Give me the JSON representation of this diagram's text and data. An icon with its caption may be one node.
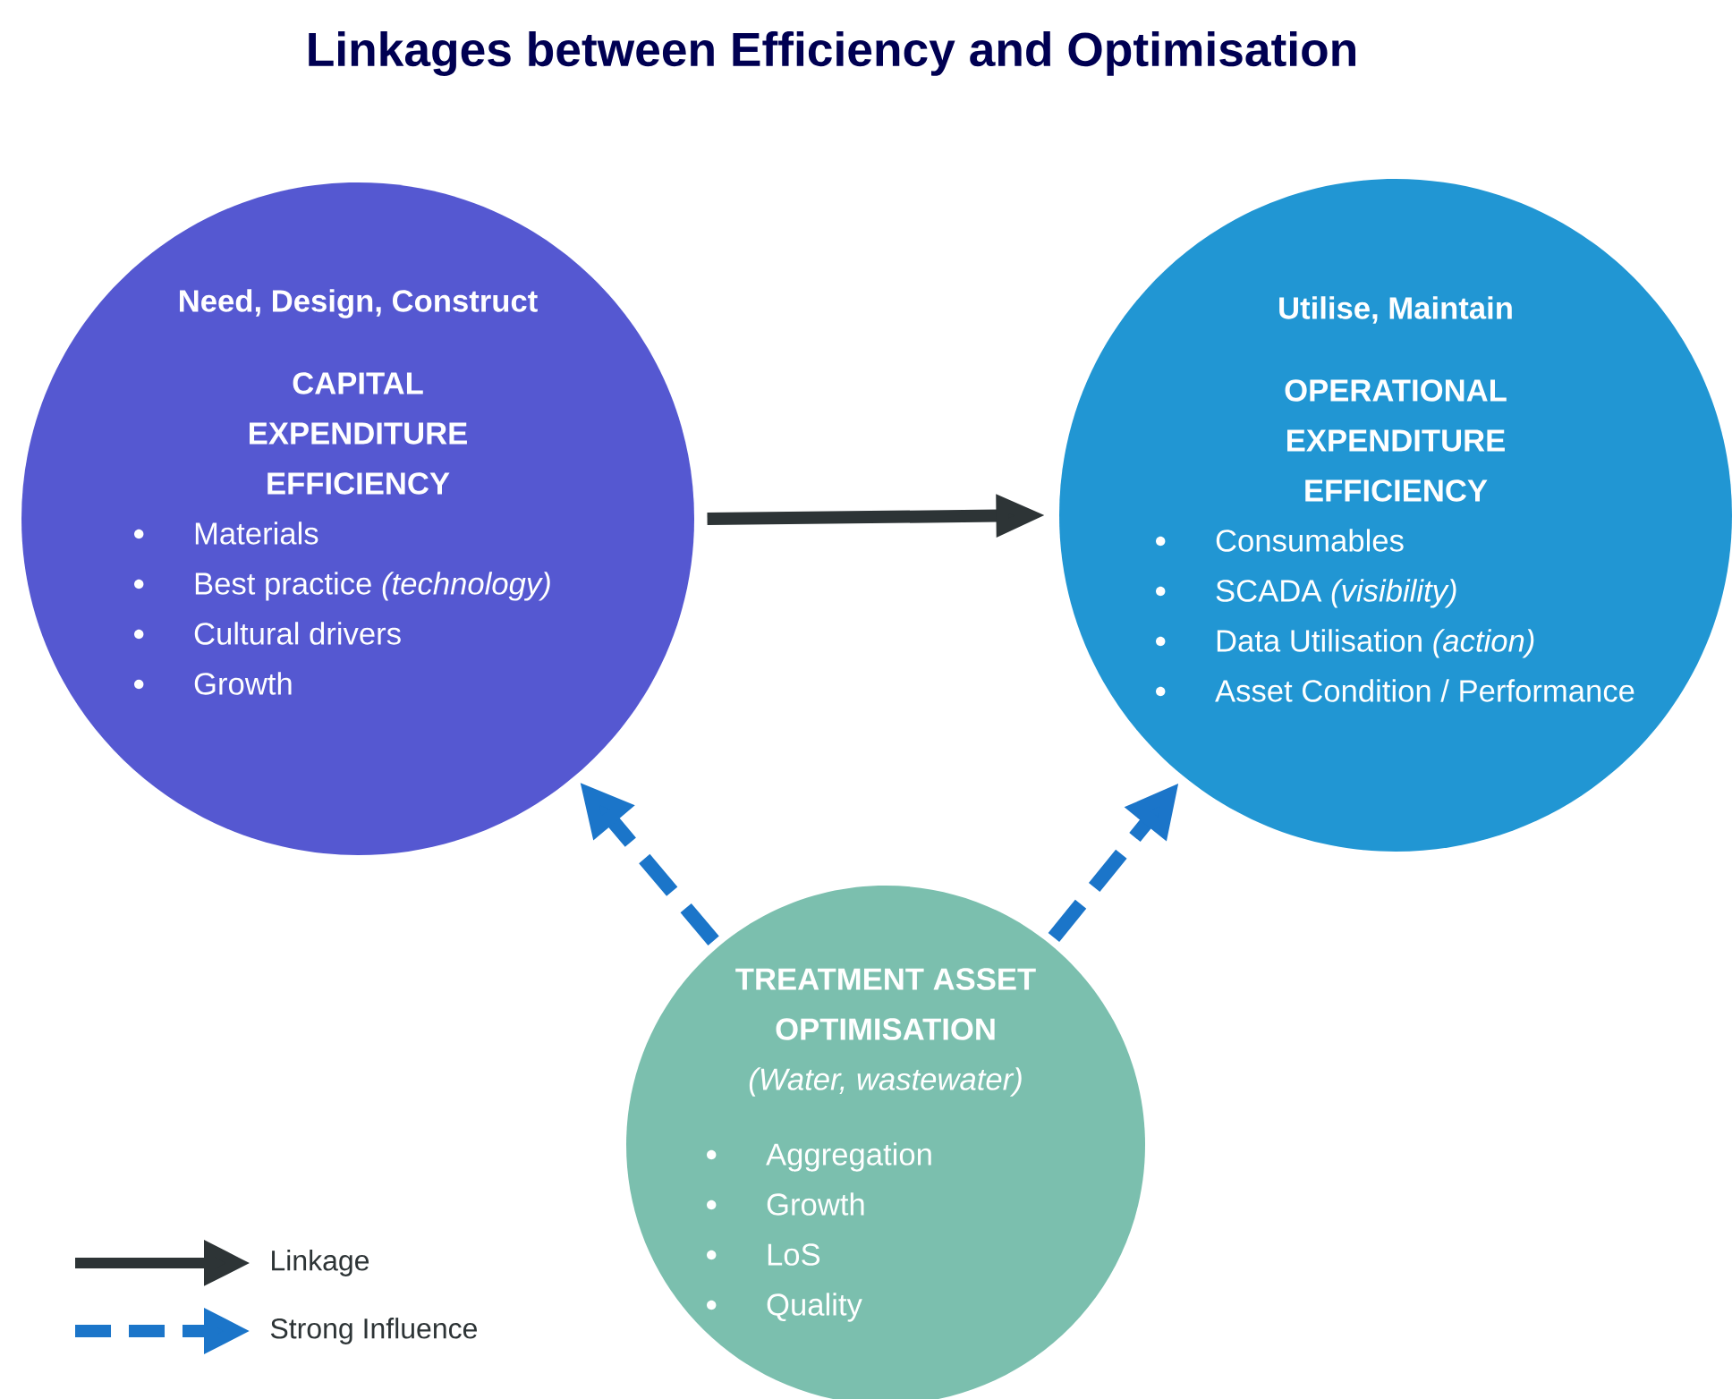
{
  "diagram": {
    "title": "Linkages between Efficiency and Optimisation",
    "nodes": [
      {
        "text": [
          "Need, Design, Construct",
          "CAPITAL EXPENDITURE EFFICIENCY",
          "Materials",
          "Best practice *(technology)*",
          "Cultural drivers",
          "Growth"
        ]
      },
      {
        "text": [
          "Utilise, Maintain",
          "OPERATIONAL EXPENDITURE EFFICIENCY",
          "Consumables",
          "SCADA *(visibility)*",
          "Data Utilisation *(action)*",
          "Asset Condition / Performance"
        ]
      },
      {
        "text": [
          "TREATMENT ASSET OPTIMISATION",
          "(Water, wastewater)",
          "Aggregation",
          "Growth",
          "LoS",
          "Quality"
        ]
      }
    ],
    "edges": [
      {
        "from": 0,
        "to": 1,
        "arrow": "to",
        "color": "#2d3436"
      },
      {
        "from": 2,
        "to": 0,
        "arrow": "to",
        "style": "dashed"
      },
      {
        "from": 2,
        "to": 1,
        "arrow": "to",
        "style": "dashed"
      }
    ],
    "legend": [
      {
        "text": "Linkage"
      },
      {
        "text": "Strong Influence"
      }
    ]
  }
}
